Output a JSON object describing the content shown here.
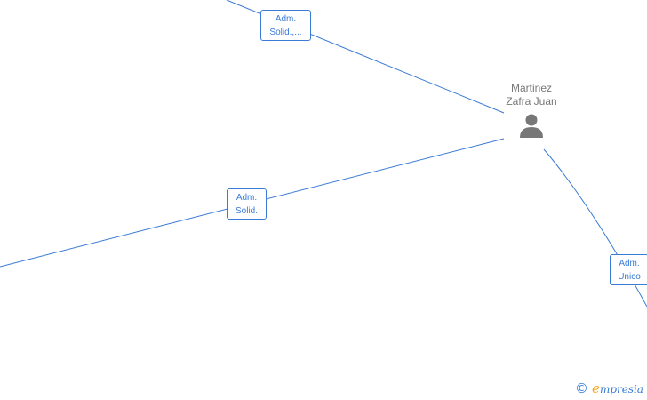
{
  "person": {
    "name_line1": "Martinez",
    "name_line2": "Zafra Juan",
    "icon": "person-icon",
    "color": "#777777"
  },
  "edges": [
    {
      "label_line1": "Adm.",
      "label_line2": "Solid.,..."
    },
    {
      "label_line1": "Adm.",
      "label_line2": "Solid."
    },
    {
      "label_line1": "Adm.",
      "label_line2": "Unico"
    }
  ],
  "footer": {
    "copyright_symbol": "©",
    "brand_first": "e",
    "brand_rest": "mpresia"
  },
  "colors": {
    "edge": "#3a7bd5",
    "brand_accent": "#f5a623"
  }
}
